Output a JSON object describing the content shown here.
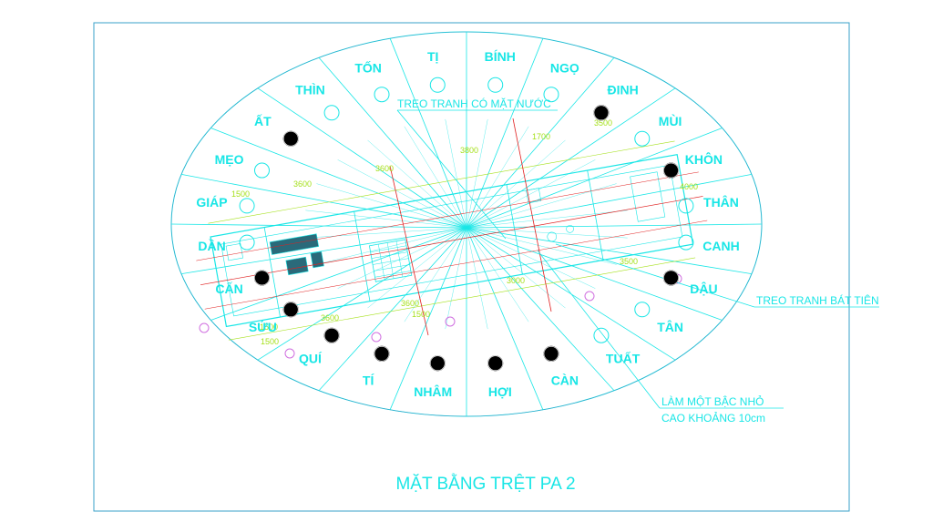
{
  "title": "MẶT BẰNG TRỆT PA 2",
  "directions": [
    {
      "label": "TỊ",
      "marker": "open"
    },
    {
      "label": "BÍNH",
      "marker": "open"
    },
    {
      "label": "NGỌ",
      "marker": "open"
    },
    {
      "label": "ĐINH",
      "marker": "filled"
    },
    {
      "label": "MÙI",
      "marker": "open"
    },
    {
      "label": "KHÔN",
      "marker": "filled"
    },
    {
      "label": "THÂN",
      "marker": "open"
    },
    {
      "label": "CANH",
      "marker": "open"
    },
    {
      "label": "DẬU",
      "marker": "filled"
    },
    {
      "label": "TÂN",
      "marker": "open"
    },
    {
      "label": "TUẤT",
      "marker": "open"
    },
    {
      "label": "CÀN",
      "marker": "filled"
    },
    {
      "label": "HỢI",
      "marker": "filled"
    },
    {
      "label": "NHÂM",
      "marker": "filled"
    },
    {
      "label": "TÍ",
      "marker": "filled"
    },
    {
      "label": "QUÍ",
      "marker": "filled"
    },
    {
      "label": "SỬU",
      "marker": "filled"
    },
    {
      "label": "CẤN",
      "marker": "filled"
    },
    {
      "label": "DẦN",
      "marker": "open"
    },
    {
      "label": "GIÁP",
      "marker": "open"
    },
    {
      "label": "MẸO",
      "marker": "open"
    },
    {
      "label": "ẤT",
      "marker": "filled"
    },
    {
      "label": "THÌN",
      "marker": "open"
    },
    {
      "label": "TỐN",
      "marker": "open"
    }
  ],
  "annotations": {
    "water_painting": "TREO TRANH CÓ MẶT NƯỚC",
    "bat_tien_painting": "TREO TRANH BÁT TIÊN",
    "step_line1": "LÀM MỘT BẬC NHỎ",
    "step_line2": "CAO KHOẢNG 10cm"
  },
  "dimensions": [
    "3600",
    "3600",
    "3600",
    "3800",
    "1700",
    "3500",
    "3000",
    "1500",
    "1500",
    "3600",
    "1500",
    "1500",
    "3500",
    "4000"
  ],
  "colors": {
    "background": "#000000",
    "frame": "#3aa0c8",
    "cyan": "#19e6e6",
    "dimension": "#a5e01a",
    "axis": "#e02020",
    "marker": "#d070e0"
  }
}
